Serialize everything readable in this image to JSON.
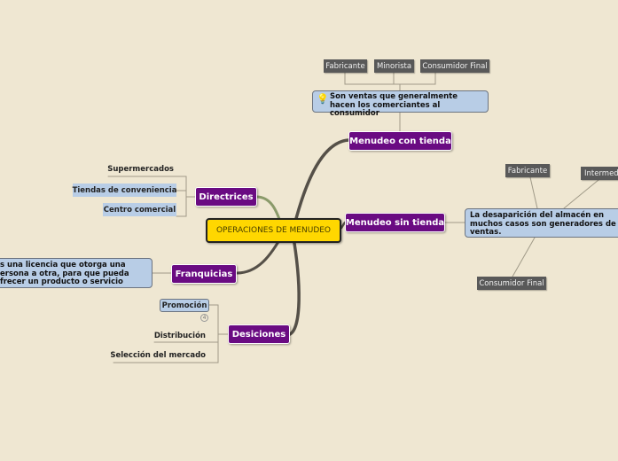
{
  "central": {
    "label": "OPERACIONES DE MENUDEO"
  },
  "branches": {
    "menudeo_con_tienda": {
      "label": "Menudeo con tienda",
      "note": "Son ventas que generalmente hacen los comerciantes al consumidor",
      "note_icon": "lightbulb-icon",
      "children": [
        "Fabricante",
        "Minorista",
        "Consumidor Final"
      ]
    },
    "menudeo_sin_tienda": {
      "label": "Menudeo sin tienda",
      "note": "La desaparición del almacén en muchos casos son generadores de ventas.",
      "children": [
        "Fabricante",
        "Intermed",
        "Consumidor Final"
      ]
    },
    "directrices": {
      "label": "Directrices",
      "children": [
        "Supermercados",
        "Tiendas de conveniencia",
        "Centro comercial"
      ]
    },
    "franquicias": {
      "label": "Franquicias",
      "note": "s una licencia que otorga una ersona a otra, para que pueda frecer un producto o servicio"
    },
    "desiciones": {
      "label": "Desiciones",
      "children": [
        "Promoción",
        "Distribución",
        "Selección del mercado"
      ],
      "promocion_collapsed_count": "4"
    }
  },
  "colors": {
    "background": "#efe7d2",
    "main_topic": "#6a0b82",
    "central": "#ffd700",
    "note": "#b8cde6",
    "gray_topic": "#595959"
  }
}
